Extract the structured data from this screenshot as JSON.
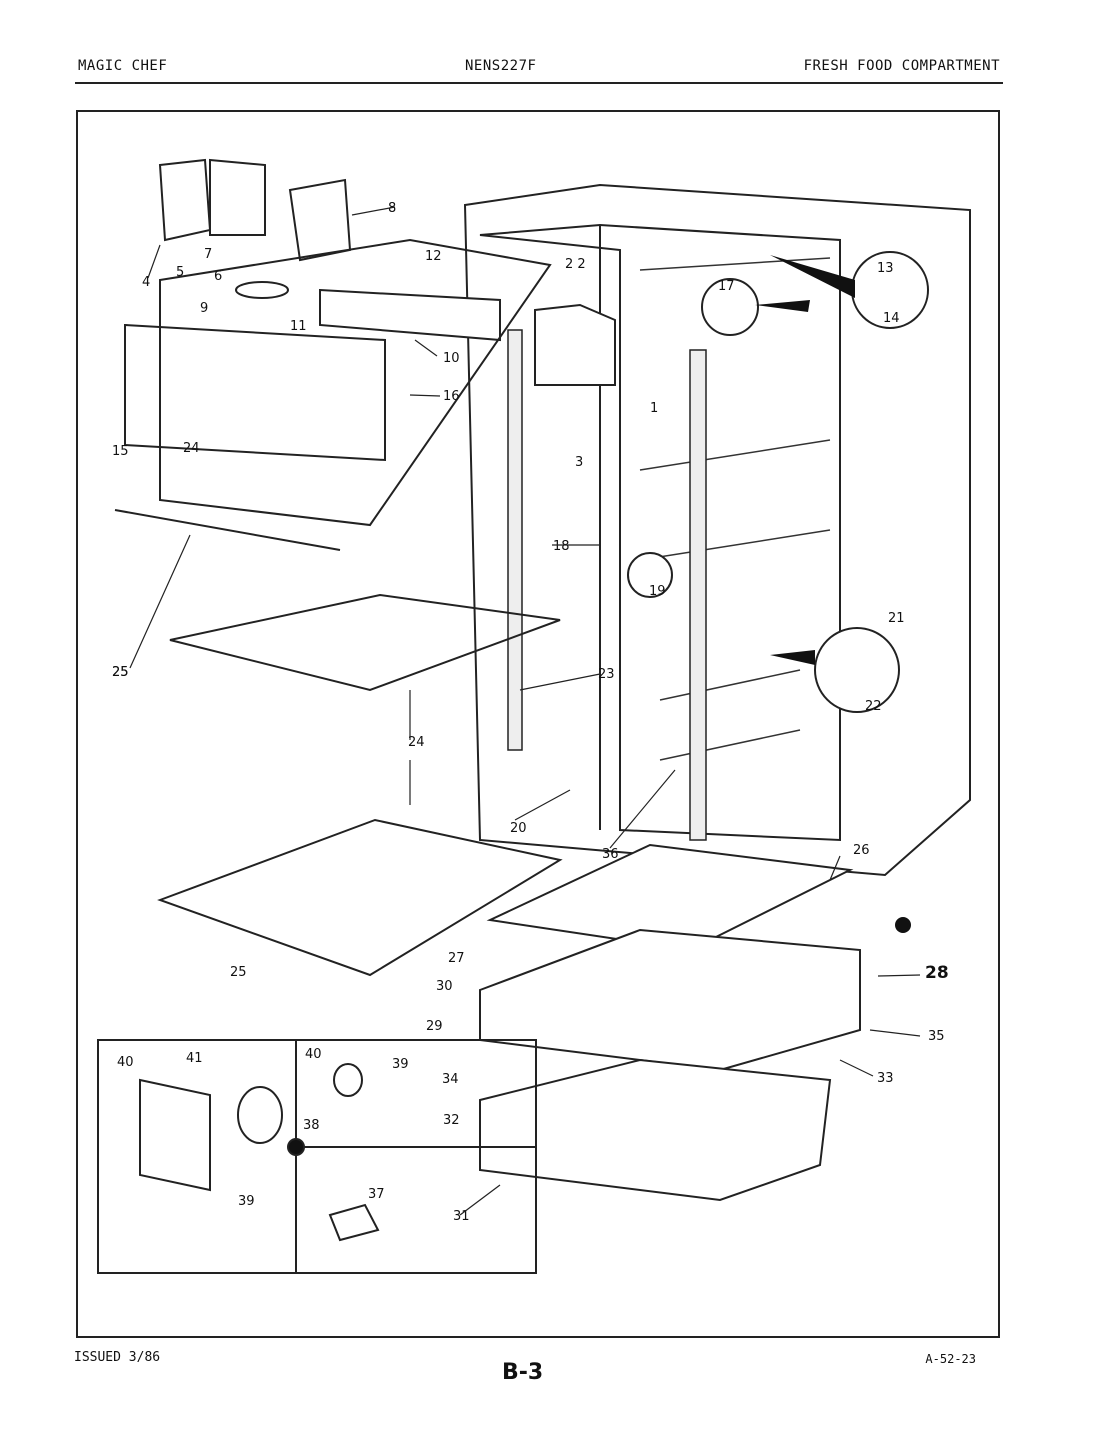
{
  "header": {
    "brand": "MAGIC CHEF",
    "model": "NENS227F",
    "section": "FRESH FOOD COMPARTMENT"
  },
  "footer": {
    "issued": "ISSUED 3/86",
    "page": "B-3",
    "ref": "A-52-23"
  },
  "callouts": [
    "1",
    "2 2",
    "3",
    "4",
    "5",
    "6",
    "7",
    "8",
    "9",
    "10",
    "11",
    "12",
    "13",
    "14",
    "15",
    "16",
    "17",
    "18",
    "19",
    "20",
    "21",
    "22",
    "23",
    "24",
    "24",
    "25",
    "25",
    "25",
    "26",
    "27",
    "28",
    "29",
    "30",
    "31",
    "32",
    "33",
    "34",
    "35",
    "36",
    "37",
    "38",
    "39",
    "39",
    "40",
    "40",
    "41"
  ]
}
